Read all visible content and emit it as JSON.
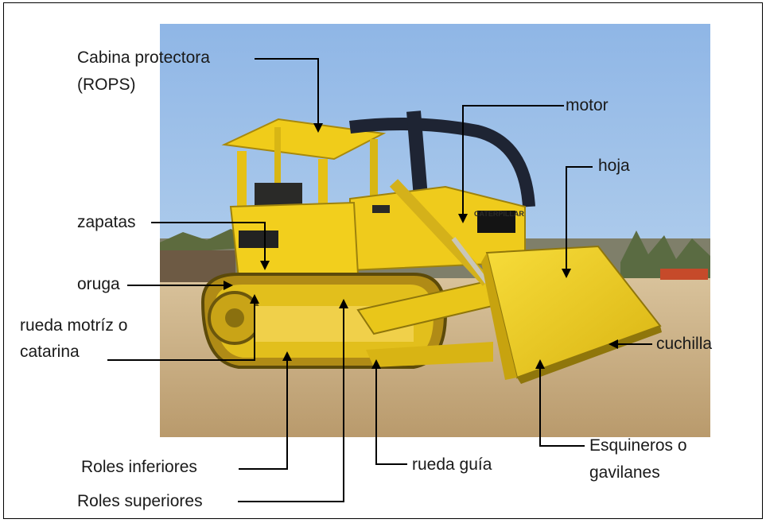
{
  "labels": {
    "cabina_line1": "Cabina protectora",
    "cabina_line2": "(ROPS)",
    "motor": "motor",
    "hoja": "hoja",
    "zapatas": "zapatas",
    "oruga": "oruga",
    "rueda_motriz_line1": "rueda motríz o",
    "rueda_motriz_line2": "catarina",
    "cuchilla": "cuchilla",
    "roles_inferiores": "Roles inferiores",
    "rueda_guia": "rueda guía",
    "esquineros_line1": "Esquineros o",
    "esquineros_line2": "gavilanes",
    "roles_superiores": "Roles superiores"
  },
  "photo": {
    "subject": "yellow crawler bulldozer",
    "brand_decal": "CATERPILLAR"
  },
  "colors": {
    "sky": "#9cc0e8",
    "machine_yellow": "#f2cf1d",
    "ground": "#cbb48a",
    "leader_line": "#000000"
  }
}
